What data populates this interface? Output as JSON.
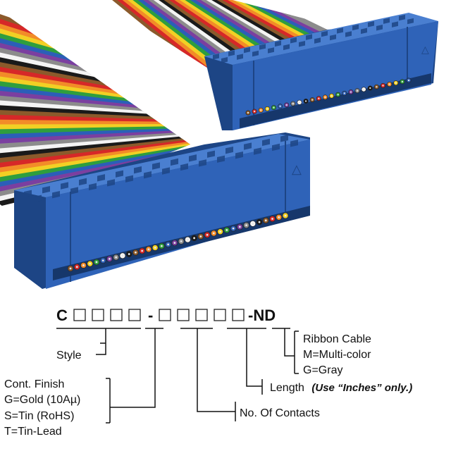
{
  "colors": {
    "connector": "#2f63b8",
    "connector_dark": "#1d4585",
    "connector_light": "#4a7fd0",
    "cable_stripes": [
      "#8b5a2b",
      "#d62828",
      "#f28c28",
      "#f2d024",
      "#2e9e3e",
      "#2b5fb8",
      "#7b3fa0",
      "#8c8c8c",
      "#f4f4f4",
      "#1a1a1a"
    ],
    "text": "#111111"
  },
  "part_number": {
    "prefix": "C",
    "separator": "-",
    "suffix": "-ND"
  },
  "legend": {
    "style": "Style",
    "cont_finish": [
      "Cont. Finish",
      "G=Gold (10Aµ)",
      "S=Tin (RoHS)",
      "T=Tin-Lead"
    ],
    "no_of_contacts": "No. Of Contacts",
    "length_label": "Length",
    "length_note": "(Use “Inches” only.)",
    "ribbon_cable": [
      "Ribbon Cable",
      "M=Multi-color",
      "G=Gray"
    ]
  }
}
